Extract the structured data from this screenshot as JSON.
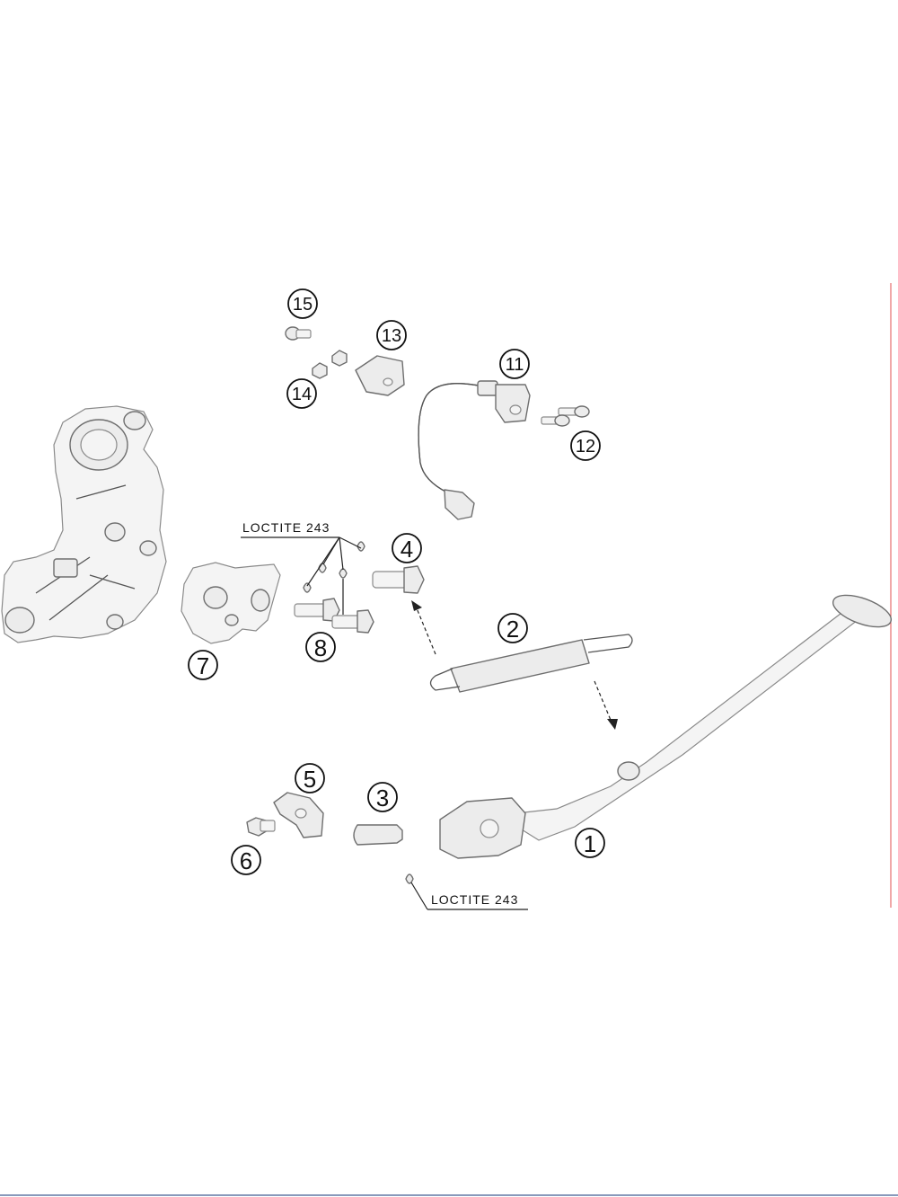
{
  "callouts": [
    {
      "id": "c1",
      "label": "1"
    },
    {
      "id": "c2",
      "label": "2"
    },
    {
      "id": "c3",
      "label": "3"
    },
    {
      "id": "c4",
      "label": "4"
    },
    {
      "id": "c5",
      "label": "5"
    },
    {
      "id": "c6",
      "label": "6"
    },
    {
      "id": "c7",
      "label": "7"
    },
    {
      "id": "c8",
      "label": "8"
    },
    {
      "id": "c11",
      "label": "11"
    },
    {
      "id": "c12",
      "label": "12"
    },
    {
      "id": "c13",
      "label": "13"
    },
    {
      "id": "c14",
      "label": "14"
    },
    {
      "id": "c15",
      "label": "15"
    }
  ],
  "notes": {
    "loctite_top": "LOCTITE 243",
    "loctite_bottom": "LOCTITE 243"
  }
}
